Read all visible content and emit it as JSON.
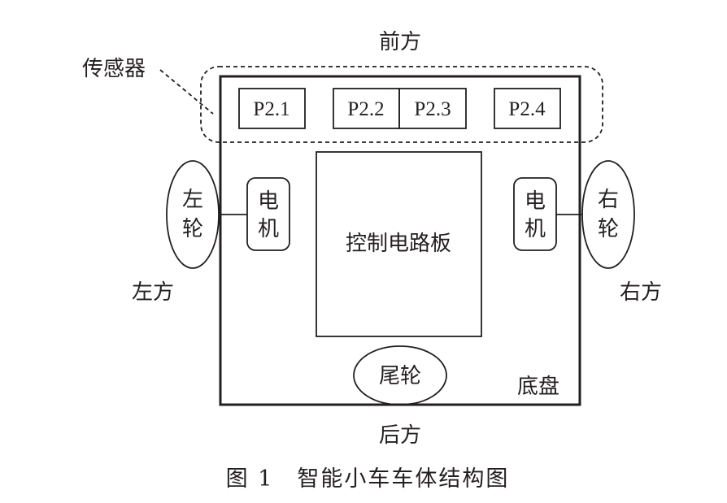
{
  "directions": {
    "front": "前方",
    "rear": "后方",
    "left": "左方",
    "right": "右方"
  },
  "sensor_group_label": "传感器",
  "sensors": [
    "P2.1",
    "P2.2",
    "P2.3",
    "P2.4"
  ],
  "left_wheel": [
    "左",
    "轮"
  ],
  "right_wheel": [
    "右",
    "轮"
  ],
  "left_motor": [
    "电",
    "机"
  ],
  "right_motor": [
    "电",
    "机"
  ],
  "control_board": "控制电路板",
  "tail_wheel": "尾轮",
  "chassis": "底盘",
  "caption": "图 1　智能小车车体结构图",
  "colors": {
    "ink": "#231f20",
    "background": "#ffffff"
  }
}
